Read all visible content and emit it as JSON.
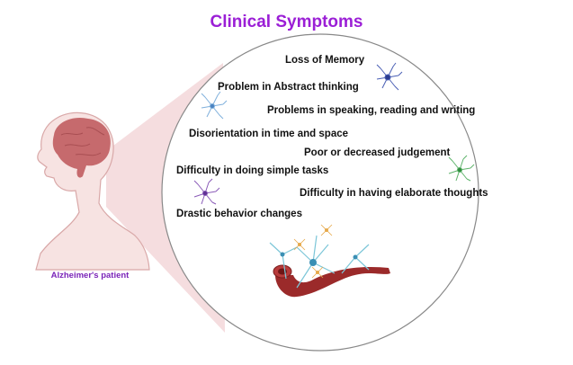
{
  "title": "Clinical Symptoms",
  "caption": "Alzheimer's patient",
  "colors": {
    "title": "#9b1fd6",
    "caption": "#7a23b8",
    "cone": "#f2d2d4",
    "brain": "#c66a6d",
    "skin": "#f7e3e2",
    "circle_stroke": "#888888",
    "vessel": "#9b2a2a",
    "neuron_blue": "#4a5fb5",
    "neuron_light_blue": "#7fb0dc",
    "neuron_green": "#5fb46c",
    "neuron_purple": "#8a5bb8",
    "neuron_cyan": "#7cc6d8",
    "neuron_orange": "#e7a94a"
  },
  "symptoms": [
    {
      "label": "Loss of Memory"
    },
    {
      "label": "Problem in Abstract thinking"
    },
    {
      "label": "Problems in speaking, reading and writing"
    },
    {
      "label": "Disorientation in time and space"
    },
    {
      "label": "Poor or decreased judgement"
    },
    {
      "label": "Difficulty in doing simple tasks"
    },
    {
      "label": "Difficulty in having elaborate thoughts"
    },
    {
      "label": "Drastic behavior changes"
    }
  ],
  "icons": {
    "head": "human-head-profile-icon",
    "brain": "brain-icon",
    "neurons": [
      "neuron-blue-icon",
      "neuron-light-blue-icon",
      "neuron-green-icon",
      "neuron-purple-icon"
    ],
    "vessel": "blood-vessel-with-neurons-icon"
  }
}
